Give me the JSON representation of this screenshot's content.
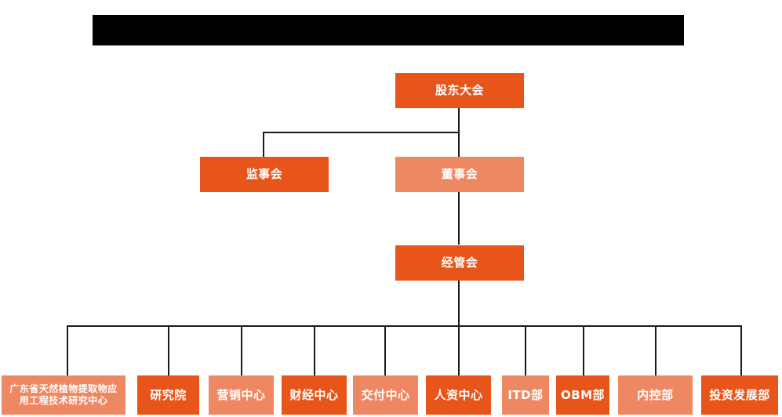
{
  "diagram": {
    "type": "org-chart",
    "title_bar": {
      "name": "redacted-title-bar",
      "text": "",
      "color": "#000000"
    },
    "colors": {
      "dark_orange": "#E8551B",
      "light_orange": "#EE8862",
      "connector": "#1a1a1a",
      "background": "#FFFFFF",
      "text": "#FFFFFF"
    },
    "nodes": {
      "shareholders_meeting": {
        "label": "股东大会",
        "tone": "dark"
      },
      "supervisory_board": {
        "label": "监事会",
        "tone": "dark"
      },
      "board_of_directors": {
        "label": "董事会",
        "tone": "light"
      },
      "management_committee": {
        "label": "经管会",
        "tone": "dark"
      }
    },
    "departments": [
      {
        "label": "广东省天然植物提取物应用工程技术研究中心",
        "line1": "广东省天然植物提取物应",
        "line2": "用工程技术研究中心",
        "tone": "light",
        "two_line": true
      },
      {
        "label": "研究院",
        "tone": "dark",
        "two_line": false
      },
      {
        "label": "营销中心",
        "tone": "light",
        "two_line": false
      },
      {
        "label": "财经中心",
        "tone": "dark",
        "two_line": false
      },
      {
        "label": "交付中心",
        "tone": "light",
        "two_line": false
      },
      {
        "label": "人资中心",
        "tone": "dark",
        "two_line": false
      },
      {
        "label": "ITD部",
        "tone": "light",
        "two_line": false
      },
      {
        "label": "OBM部",
        "tone": "dark",
        "two_line": false
      },
      {
        "label": "内控部",
        "tone": "light",
        "two_line": false
      },
      {
        "label": "投资发展部",
        "tone": "dark",
        "two_line": false
      }
    ]
  }
}
